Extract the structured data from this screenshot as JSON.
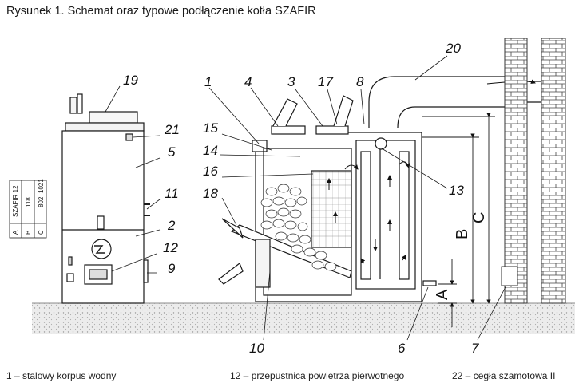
{
  "caption": "Rysunek 1. Schemat oraz typowe podłączenie kotła SZAFIR",
  "callouts": {
    "c1": "1",
    "c2": "2",
    "c3": "3",
    "c4": "4",
    "c5": "5",
    "c6": "6",
    "c7": "7",
    "c8": "8",
    "c9": "9",
    "c10": "10",
    "c11": "11",
    "c12": "12",
    "c13": "13",
    "c14": "14",
    "c15": "15",
    "c16": "16",
    "c17": "17",
    "c18": "18",
    "c19": "19",
    "c20": "20",
    "c21": "21"
  },
  "dimensions": {
    "a": "A",
    "b": "B",
    "c": "C"
  },
  "table": {
    "model": "SZAFIR 12",
    "rows": [
      {
        "key": "A",
        "value": "118"
      },
      {
        "key": "B",
        "value": "802"
      },
      {
        "key": "C",
        "value": "1021"
      }
    ]
  },
  "legend": {
    "item1": "1 – stalowy korpus wodny",
    "item12": "12 – przepustnica powietrza pierwotnego",
    "item22": "22 – cegła szamotowa II"
  },
  "colors": {
    "ink": "#1a1a1a",
    "hatch": "#555555",
    "floor": "#e6e6e6",
    "wall": "#f2f2f2"
  }
}
